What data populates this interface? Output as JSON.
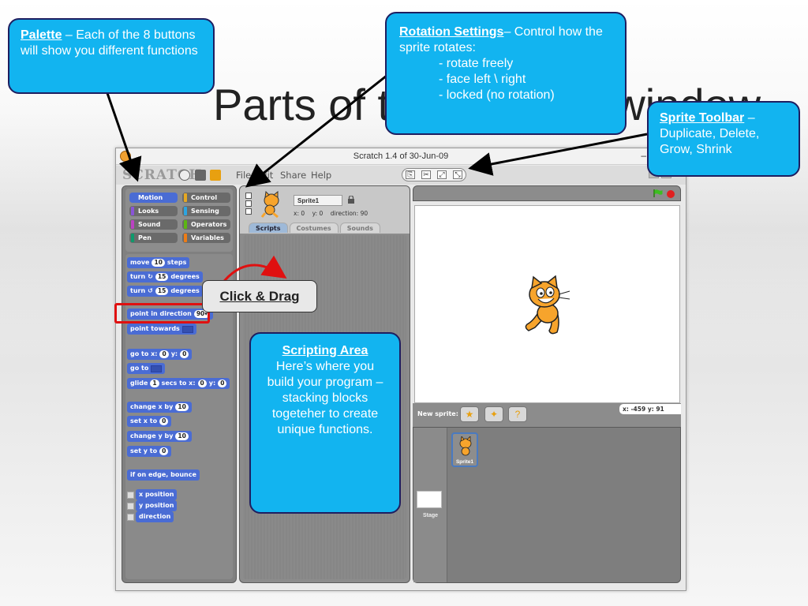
{
  "slide": {
    "title": "Parts of the Scratch window"
  },
  "window": {
    "title": "Scratch 1.4 of 30-Jun-09",
    "minimize_glyph": "–",
    "logo": "SCRATCH",
    "menu": [
      "File",
      "Edit",
      "Share",
      "Help"
    ]
  },
  "palette": {
    "categories": [
      {
        "label": "Motion",
        "color": "#4a6cd4"
      },
      {
        "label": "Control",
        "color": "#e6a822"
      },
      {
        "label": "Looks",
        "color": "#8a55d7"
      },
      {
        "label": "Sensing",
        "color": "#2ca5e2"
      },
      {
        "label": "Sound",
        "color": "#bb42c3"
      },
      {
        "label": "Operators",
        "color": "#5cb712"
      },
      {
        "label": "Pen",
        "color": "#0e9a6c"
      },
      {
        "label": "Variables",
        "color": "#ee7d16"
      }
    ],
    "blocks": {
      "move": {
        "pre": "move",
        "num": "10",
        "post": "steps"
      },
      "turn_cw": {
        "pre": "turn",
        "icon": "↻",
        "num": "15",
        "post": "degrees"
      },
      "turn_ccw": {
        "pre": "turn",
        "icon": "↺",
        "num": "15",
        "post": "degrees"
      },
      "point_dir": {
        "pre": "point in direction",
        "num": "90▾"
      },
      "point_towards": {
        "pre": "point towards"
      },
      "goto_xy": {
        "pre": "go to x:",
        "x": "0",
        "mid": "y:",
        "y": "0"
      },
      "goto": {
        "pre": "go to"
      },
      "glide": {
        "pre": "glide",
        "n": "1",
        "mid1": "secs to x:",
        "x": "0",
        "mid2": "y:",
        "y": "0"
      },
      "change_x": {
        "pre": "change x by",
        "num": "10"
      },
      "set_x": {
        "pre": "set x to",
        "num": "0"
      },
      "change_y": {
        "pre": "change y by",
        "num": "10"
      },
      "set_y": {
        "pre": "set y to",
        "num": "0"
      },
      "bounce": {
        "pre": "if on edge, bounce"
      },
      "rep_x": "x position",
      "rep_y": "y position",
      "rep_dir": "direction"
    }
  },
  "sprite_info": {
    "name": "Sprite1",
    "x_label": "x: 0",
    "y_label": "y: 0",
    "direction_label": "direction: 90"
  },
  "tabs": [
    "Scripts",
    "Costumes",
    "Sounds"
  ],
  "stage_panel": {
    "new_sprite_label": "New sprite:",
    "mouse_xy": "x: -459   y: 91",
    "stage_label": "Stage",
    "sprite_label": "Sprite1"
  },
  "callouts": {
    "palette": {
      "heading": "Palette",
      "text": " – Each of the 8 buttons will show you different functions"
    },
    "rotation": {
      "heading": "Rotation Settings",
      "text": "– Control how the sprite rotates:",
      "items": [
        "- rotate freely",
        "- face left \\ right",
        "- locked (no rotation)"
      ]
    },
    "toolbar": {
      "heading": "Sprite Toolbar",
      "text": " – Duplicate, Delete, Grow, Shrink"
    },
    "scripting": {
      "heading": "Scripting Area",
      "text": "Here’s where you build your program – stacking blocks togeteher to create unique functions."
    },
    "drag": "Click & Drag"
  },
  "colors": {
    "callout_fill": "#12b4f0",
    "callout_border": "#1e1e60",
    "highlight": "#e01010",
    "motion_block": "#4a6cd4"
  }
}
